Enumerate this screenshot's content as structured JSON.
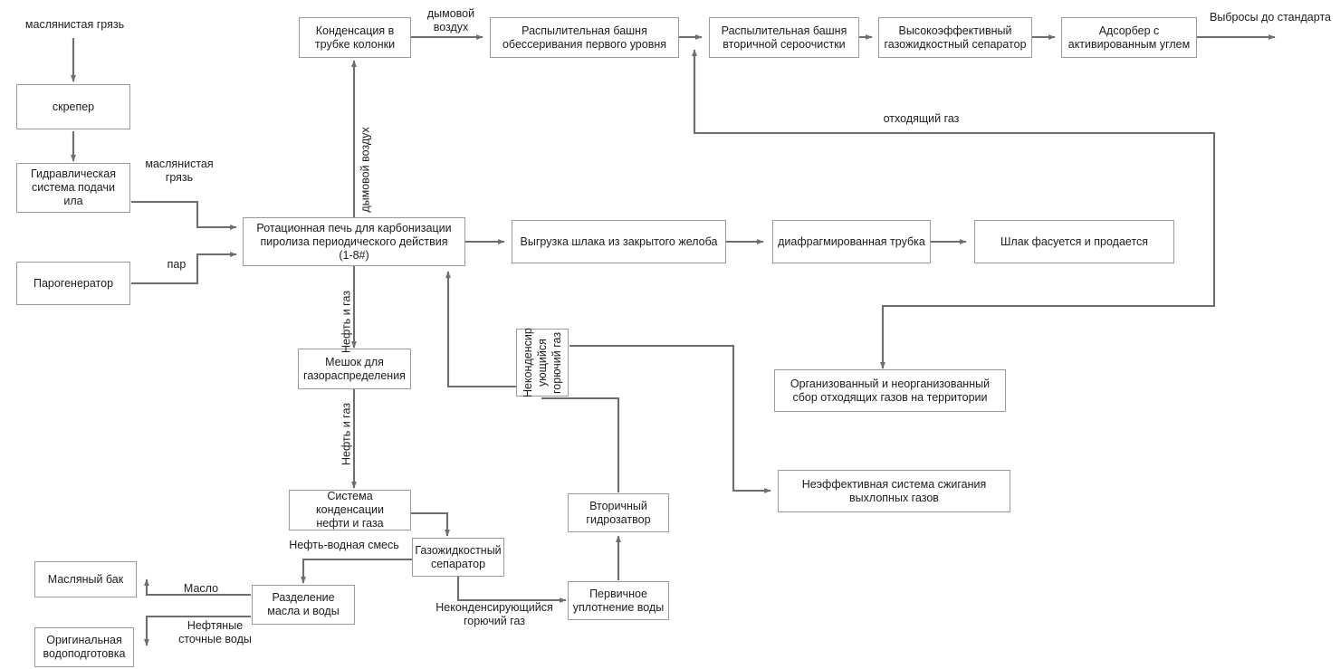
{
  "diagram": {
    "title": "Технологическая схема переработки маслянистой грязи",
    "line_color": "#6e6e6e",
    "box_border_color": "#9a9a9a",
    "text_color": "#1c1c1c",
    "background": "#ffffff"
  },
  "nodes": {
    "scraper": "скрепер",
    "hydraulic_sludge_feed": "Гидравлическая\nсистема подачи ила",
    "steam_generator": "Парогенератор",
    "rotary_kiln": "Ротационная печь для карбонизации\nпиролиза периодического действия\n(1-8#)",
    "column_tube_condensation": "Конденсация в\nтрубке колонки",
    "spray_tower_first": "Распылительная башня\nобессеривания первого уровня",
    "spray_tower_second": "Распылительная башня\nвторичной сероочистки",
    "gas_liquid_separator_high": "Высокоэффективный\nгазожидкостный сепаратор",
    "activated_carbon_adsorber": "Адсорбер с\nактивированным углем",
    "slag_discharge": "Выгрузка шлака из закрытого желоба",
    "diaphragm_tube": "диафрагмированная трубка",
    "slag_packed_sold": "Шлак фасуется и продается",
    "gas_distribution_bag": "Мешок для\nгазораспределения",
    "noncondensable_gas_box": "Неконденсир\nующийся\nгорючий газ",
    "oil_gas_condensation": "Система конденсации\nнефти и газа",
    "gas_liquid_separator": "Газожидкостный\nсепаратор",
    "secondary_water_seal": "Вторичный\nгидрозатвор",
    "primary_water_compaction": "Первичное\nуплотнение воды",
    "oil_water_separation": "Разделение\nмасла и воды",
    "oil_tank": "Масляный бак",
    "original_water_treatment": "Оригинальная\nводоподготовка",
    "organized_collection": "Организованный и неорганизованный\nсбор отходящих газов на территории",
    "inefficient_incineration": "Неэффективная система сжигания\nвыхлопных газов"
  },
  "edge_labels": {
    "oily_sludge_in": "маслянистая грязь",
    "oily_sludge_mid": "маслянистая\nгрязь",
    "steam": "пар",
    "flue_air_top": "дымовой\nвоздух",
    "flue_air_vertical": "дымовой воздух",
    "waste_gas": "отходящий газ",
    "emissions_standard": "Выбросы до стандарта",
    "oil_and_gas_upper": "Нефть и газ",
    "oil_and_gas_lower": "Нефть и газ",
    "oil_water_mixture": "Нефть-водная смесь",
    "noncondensable_flammable_gas": "Неконденсирующийся\nгорючий газ",
    "oil": "Масло",
    "oily_wastewater": "Нефтяные\nсточные воды"
  }
}
